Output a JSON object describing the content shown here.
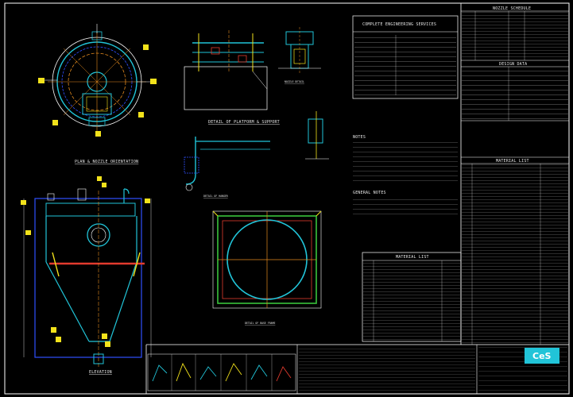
{
  "company_block": {
    "title": "COMPLETE ENGINEERING SERVICES"
  },
  "tables": {
    "nozzle_schedule": "NOZZLE SCHEDULE",
    "design_data": "DESIGN DATA",
    "material_list_right": "MATERIAL LIST",
    "material_list_center": "MATERIAL LIST"
  },
  "views": {
    "top_plan": "PLAN & NOZZLE ORIENTATION",
    "platform": "DETAIL OF PLATFORM & SUPPORT",
    "nozzle_detail": "NOZZLE DETAIL",
    "hanger": "DETAIL OF HANGER",
    "elevation": "ELEVATION",
    "base_frame": "DETAIL OF BASE FRAME"
  },
  "notes_heading": "NOTES",
  "general_notes_heading": "GENERAL NOTES",
  "logo_text": "CeS",
  "colors": {
    "background": "#000000",
    "border": "#ffffff",
    "cyan": "#21c4d8",
    "yellow": "#f2e21b",
    "orange": "#e48a1e",
    "red": "#e23b2e",
    "blue": "#2f4fff",
    "green": "#39c43c",
    "white": "#e6e6e6"
  }
}
